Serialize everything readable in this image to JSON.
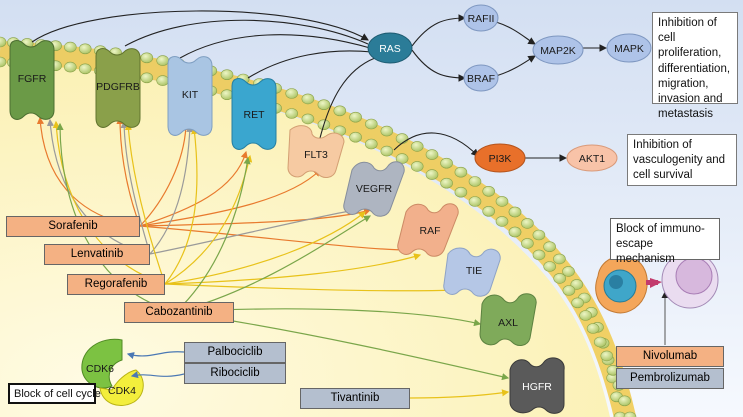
{
  "receptors": {
    "fgfr": "FGFR",
    "pdgfrb": "PDGFRB",
    "kit": "KIT",
    "ret": "RET",
    "flt3": "FLT3",
    "vegfr": "VEGFR",
    "raf": "RAF",
    "tie": "TIE",
    "axl": "AXL",
    "hgfr": "HGFR"
  },
  "pathway": {
    "ras": "RAS",
    "rafii": "RAFII",
    "braf": "BRAF",
    "map2k": "MAP2K",
    "mapk": "MAPK",
    "pi3k": "PI3K",
    "akt1": "AKT1"
  },
  "notes": {
    "proliferation": "Inhibition of cell proliferation, differentiation, migration, invasion and metastasis",
    "vasculogenity": "Inhibition of vasculogenity and cell survival",
    "immuno": "Block of immuno-escape mechanism",
    "cell_cycle": "Block of cell cycle"
  },
  "drugs": {
    "sorafenib": "Sorafenib",
    "lenvatinib": "Lenvatinib",
    "regorafenib": "Regorafenib",
    "cabozantinib": "Cabozantinib",
    "tivantinib": "Tivantinib",
    "palbociclib": "Palbociclib",
    "ribociclib": "Ribociclib",
    "nivolumab": "Nivolumab",
    "pembrolizumab": "Pembrolizumab"
  },
  "cdk": {
    "cdk6": "CDK6",
    "cdk4": "CDK4"
  },
  "colors": {
    "background_top": "#d6e1f3",
    "background_bottom": "#f5f8fd",
    "cell_interior": "#fdf6c8",
    "membrane_bead": "#cfe08a",
    "fgfr": "#6b9a47",
    "pdgfrb": "#8aa04a",
    "kit": "#a9c5e3",
    "ret": "#3aa6cf",
    "flt3": "#f6caa2",
    "vegfr": "#aeb5c1",
    "raf": "#f2b08c",
    "tie": "#b5c7e6",
    "axl": "#7faa5a",
    "hgfr": "#5a5a5a",
    "ras": "#2b7c98",
    "pathway_node": "#aec3e8",
    "pi3k": "#e8702a",
    "akt1": "#f8c3a8",
    "drug_orange": "#f4b183",
    "drug_grey": "#b4bfcf",
    "cdk6": "#7cc242",
    "cdk4": "#f3ee3c"
  }
}
